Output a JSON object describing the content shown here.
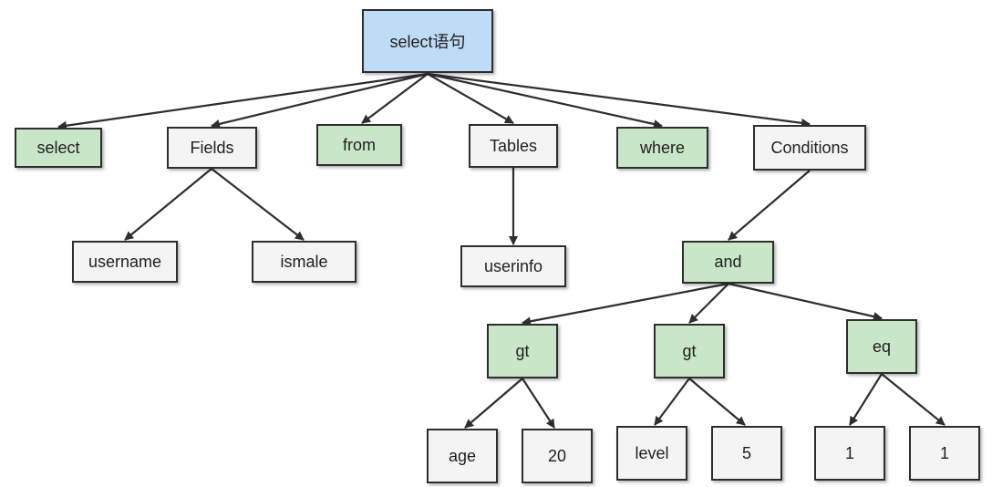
{
  "diagram": {
    "root": "select语句",
    "level1": {
      "select": "select",
      "fields": "Fields",
      "from": "from",
      "tables": "Tables",
      "where": "where",
      "conditions": "Conditions"
    },
    "fields_children": [
      "username",
      "ismale"
    ],
    "tables_children": [
      "userinfo"
    ],
    "conditions_child": "and",
    "and_children": [
      "gt",
      "gt",
      "eq"
    ],
    "gt1_children": [
      "age",
      "20"
    ],
    "gt2_children": [
      "level",
      "5"
    ],
    "eq_children": [
      "1",
      "1"
    ]
  },
  "colors": {
    "root_fill": "#bfdcf7",
    "keyword_fill": "#c9e6c8",
    "plain_fill": "#f4f4f4",
    "stroke": "#2e2e2e"
  }
}
